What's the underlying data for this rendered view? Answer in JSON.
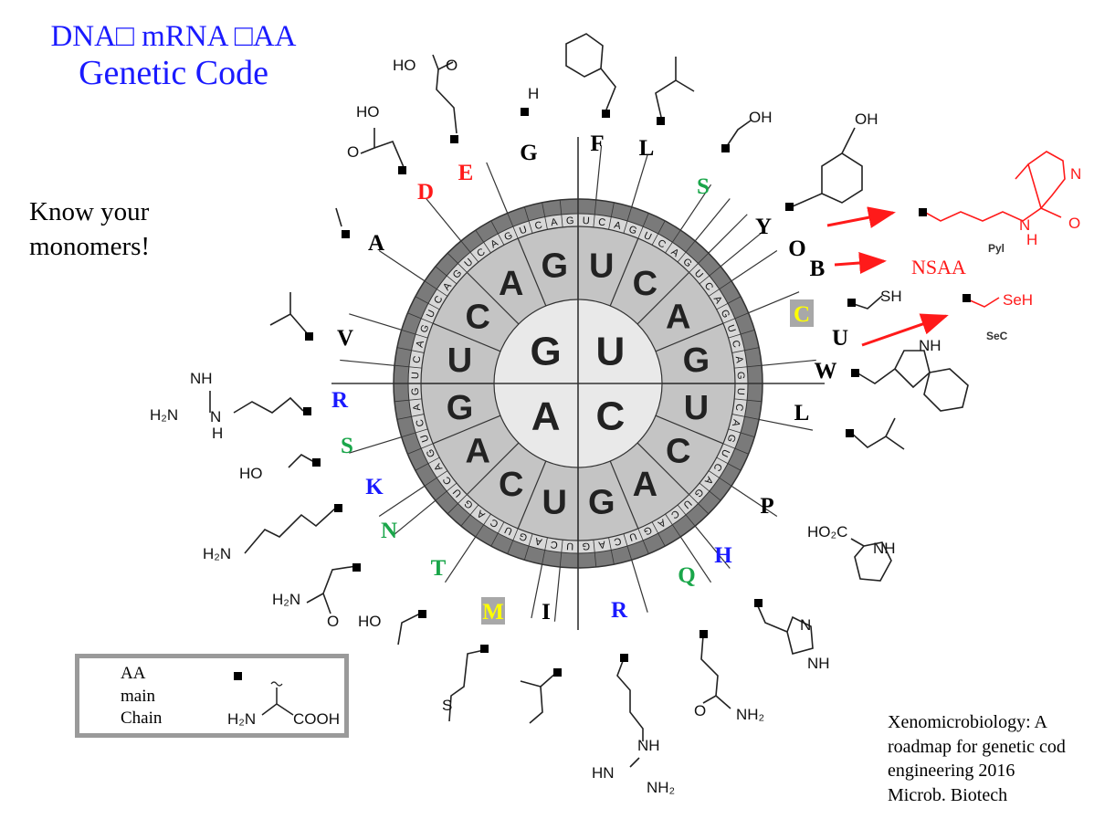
{
  "title": {
    "line1": "DNA□ mRNA □AA",
    "line2": "Genetic Code"
  },
  "side_note": {
    "line1": "Know your",
    "line2": "monomers!"
  },
  "main_chain_box": {
    "line1": "AA",
    "line2": "main",
    "line3": "Chain",
    "formula_amine": "H₂N",
    "formula_acid": "COOH"
  },
  "citation": {
    "line1": "Xenomicrobiology: A",
    "line2": "roadmap for genetic cod",
    "line3": "engineering 2016",
    "line4": "Microb. Biotech"
  },
  "inner_ring": [
    "G",
    "U",
    "A",
    "C"
  ],
  "middle_ring": [
    "U",
    "C",
    "A",
    "G",
    "U",
    "C",
    "A",
    "G",
    "U",
    "C",
    "A",
    "G",
    "U",
    "C",
    "A",
    "G"
  ],
  "outer_ring": [
    "U",
    "C",
    "A",
    "G",
    "U",
    "C",
    "A",
    "G",
    "U",
    "C",
    "A",
    "G",
    "U",
    "C",
    "A",
    "G",
    "U",
    "C",
    "A",
    "G",
    "U",
    "C",
    "A",
    "G",
    "U",
    "C",
    "A",
    "G",
    "U",
    "C",
    "A",
    "G",
    "U",
    "C",
    "A",
    "G",
    "U",
    "C",
    "A",
    "G",
    "U",
    "C",
    "A",
    "G",
    "U",
    "C",
    "A",
    "G",
    "U",
    "C",
    "A",
    "G",
    "U",
    "C",
    "A",
    "G",
    "U",
    "C",
    "A",
    "G",
    "U",
    "C",
    "A",
    "G"
  ],
  "amino_acids": [
    {
      "letter": "F",
      "color": "#000000"
    },
    {
      "letter": "L",
      "color": "#000000"
    },
    {
      "letter": "S",
      "color": "#1aa64a"
    },
    {
      "letter": "Y",
      "color": "#000000"
    },
    {
      "letter": "O",
      "color": "#000000"
    },
    {
      "letter": "B",
      "color": "#000000"
    },
    {
      "letter": "C",
      "color": "#ffff00",
      "highlight": true
    },
    {
      "letter": "U",
      "color": "#000000"
    },
    {
      "letter": "W",
      "color": "#000000"
    },
    {
      "letter": "L",
      "color": "#000000"
    },
    {
      "letter": "P",
      "color": "#000000"
    },
    {
      "letter": "H",
      "color": "#1a1aff"
    },
    {
      "letter": "Q",
      "color": "#1aa64a"
    },
    {
      "letter": "R",
      "color": "#1a1aff"
    },
    {
      "letter": "I",
      "color": "#000000"
    },
    {
      "letter": "M",
      "color": "#ffff00",
      "highlight": true
    },
    {
      "letter": "T",
      "color": "#1aa64a"
    },
    {
      "letter": "N",
      "color": "#1aa64a"
    },
    {
      "letter": "K",
      "color": "#1a1aff"
    },
    {
      "letter": "S",
      "color": "#1aa64a"
    },
    {
      "letter": "R",
      "color": "#1a1aff"
    },
    {
      "letter": "V",
      "color": "#000000"
    },
    {
      "letter": "A",
      "color": "#000000"
    },
    {
      "letter": "D",
      "color": "#ff1a1a"
    },
    {
      "letter": "E",
      "color": "#ff1a1a"
    },
    {
      "letter": "G",
      "color": "#000000"
    }
  ],
  "side_chains": {
    "glu": "HO",
    "asp": "HO",
    "gly": "H",
    "ser": "OH",
    "tyr": "OH",
    "cys": "SH",
    "sec": "SeH",
    "sec_name": "SeC",
    "pyl_name": "Pyl",
    "pyl_n": "N",
    "pyl_nh": "N",
    "pyl_h": "H",
    "pyl_o": "O",
    "nsaa": "NSAA",
    "trp": "NH",
    "pro_acid": "HO₂C",
    "pro_nh": "NH",
    "his_n": "N",
    "his_nh": "NH",
    "gln_nh2": "NH₂",
    "gln_o": "O",
    "arg_nh": "NH",
    "arg_hn": "HN",
    "arg_nh2": "NH₂",
    "met_s": "S",
    "thr_ho": "HO",
    "asn_h2n": "H₂N",
    "asn_o": "O",
    "lys_h2n": "H₂N",
    "ser2_ho": "HO",
    "arg2_nh": "NH",
    "arg2_h2n": "H₂N",
    "arg2_n": "N",
    "arg2_h": "H"
  },
  "colors": {
    "title": "#1a1aff",
    "red": "#ff1a1a",
    "green": "#1aa64a",
    "blue": "#1a1aff",
    "yellow": "#ffff00",
    "outer_ring": "#7a7a7a",
    "middle_ring": "#c4c4c4",
    "inner_ring": "#e9e9e9"
  }
}
